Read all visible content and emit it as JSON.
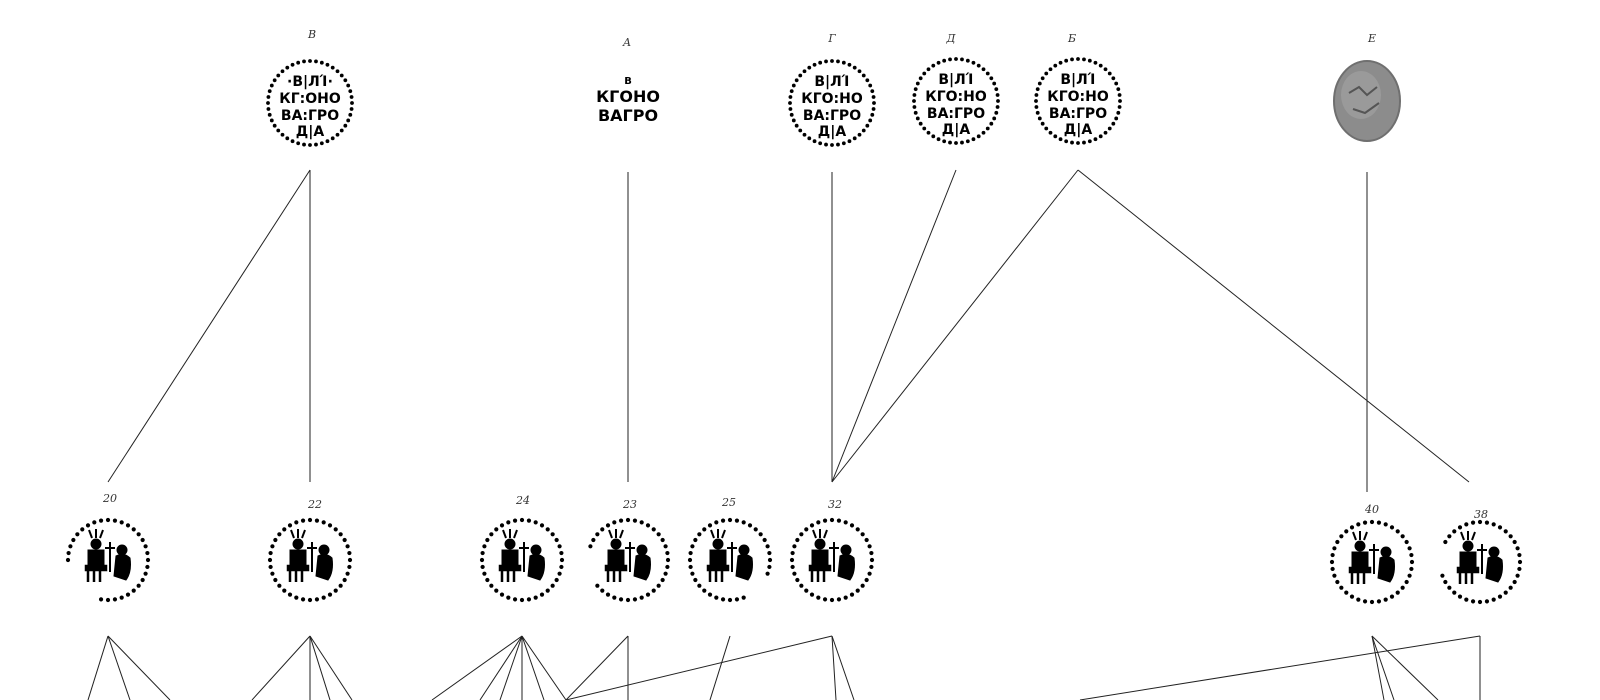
{
  "obverse_dies": [
    {
      "id": "obv-v",
      "label": "В",
      "inscription": [
        "·В|ЛΊ·",
        "КГ:ОНО",
        "ВА:ГРО",
        "Д|А"
      ]
    },
    {
      "id": "obv-a",
      "label": "А",
      "inscription": [
        "В",
        "КГОНО",
        "ВАГРО",
        ""
      ]
    },
    {
      "id": "obv-g",
      "label": "Г",
      "inscription": [
        "В|ЛΊ",
        "КГО:НО",
        "ВА:ГРО",
        "Д|А"
      ]
    },
    {
      "id": "obv-d",
      "label": "Д",
      "inscription": [
        "В|ЛΊ",
        "КГО:НО",
        "ВА:ГРО",
        "Д|А"
      ]
    },
    {
      "id": "obv-b",
      "label": "Б",
      "inscription": [
        "В|ЛΊ",
        "КГО:НО",
        "ВА:ГРО",
        "Д|А"
      ]
    },
    {
      "id": "obv-e",
      "label": "Е",
      "inscription": [
        "",
        "",
        "",
        ""
      ]
    }
  ],
  "reverse_dies": [
    {
      "id": "rev-20",
      "label": "20"
    },
    {
      "id": "rev-22",
      "label": "22"
    },
    {
      "id": "rev-24",
      "label": "24"
    },
    {
      "id": "rev-23",
      "label": "23"
    },
    {
      "id": "rev-25",
      "label": "25"
    },
    {
      "id": "rev-32",
      "label": "32"
    },
    {
      "id": "rev-40",
      "label": "40"
    },
    {
      "id": "rev-38",
      "label": "38"
    }
  ],
  "links": [
    {
      "from": "obv-v",
      "to": "rev-20"
    },
    {
      "from": "obv-v",
      "to": "rev-22"
    },
    {
      "from": "obv-a",
      "to": "rev-23"
    },
    {
      "from": "obv-g",
      "to": "rev-32"
    },
    {
      "from": "obv-d",
      "to": "rev-32"
    },
    {
      "from": "obv-b",
      "to": "rev-32"
    },
    {
      "from": "obv-b",
      "to": "rev-38"
    },
    {
      "from": "obv-e",
      "to": "rev-40"
    }
  ],
  "colors": {
    "line": "#222222",
    "ink": "#000000",
    "photo_coin": "#8c8c8c"
  }
}
